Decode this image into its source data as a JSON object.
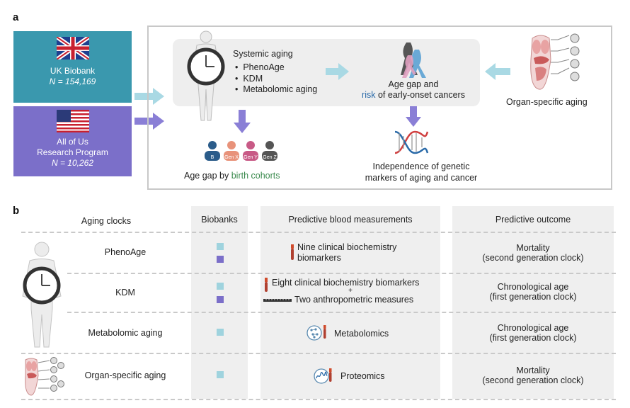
{
  "panel_a": {
    "label": "a",
    "uk_biobank": {
      "name": "UK Biobank",
      "n": "N = 154,169",
      "color": "#3a98ae"
    },
    "all_of_us": {
      "name_line1": "All of Us",
      "name_line2": "Research Program",
      "n": "N = 10,262",
      "color": "#7b6fc9"
    },
    "systemic": {
      "title": "Systemic aging",
      "items": [
        "PhenoAge",
        "KDM",
        "Metabolomic aging"
      ]
    },
    "age_gap_risk": {
      "line1": "Age gap and",
      "line2_risk": "risk",
      "line2_rest": " of early-onset cancers"
    },
    "organ_specific": "Organ-specific aging",
    "cohorts": {
      "prefix": "Age gap by ",
      "highlight": "birth cohorts",
      "badges": [
        "B",
        "Gen X",
        "Gen Y",
        "Gen Z"
      ],
      "badge_colors": [
        "#2b5c8a",
        "#e8927a",
        "#c85a86",
        "#555555"
      ]
    },
    "genetic": {
      "line1": "Independence of genetic",
      "line2": "markers of aging and cancer"
    }
  },
  "panel_b": {
    "label": "b",
    "headers": {
      "clocks": "Aging clocks",
      "biobanks": "Biobanks",
      "measurements": "Predictive blood measurements",
      "outcome": "Predictive outcome"
    },
    "rows": [
      {
        "clock": "PhenoAge",
        "biobanks": [
          "UK Biobank",
          "All of Us"
        ],
        "measure_line1": "Nine clinical biochemistry",
        "measure_line2": "biomarkers",
        "outcome_line1": "Mortality",
        "outcome_line2": "(second generation clock)"
      },
      {
        "clock": "KDM",
        "biobanks": [
          "UK Biobank",
          "All of Us"
        ],
        "measure_line1": "Eight clinical biochemistry biomarkers",
        "measure_plus": "+",
        "measure_line2": "Two anthropometric measures",
        "outcome_line1": "Chronological age",
        "outcome_line2": "(first generation clock)"
      },
      {
        "clock": "Metabolomic aging",
        "biobanks": [
          "UK Biobank"
        ],
        "measure_line1": "Metabolomics",
        "outcome_line1": "Chronological age",
        "outcome_line2": "(first generation clock)"
      },
      {
        "clock": "Organ-specific aging",
        "biobanks": [
          "UK Biobank"
        ],
        "measure_line1": "Proteomics",
        "outcome_line1": "Mortality",
        "outcome_line2": "(second generation clock)"
      }
    ]
  },
  "colors": {
    "teal_square": "#9fd3de",
    "purple_square": "#7b6fc9",
    "arrow_light": "#a9d9e4",
    "arrow_purple": "#8a7fd6",
    "link_blue": "#2a6aa8",
    "link_green": "#3b8a4e"
  }
}
